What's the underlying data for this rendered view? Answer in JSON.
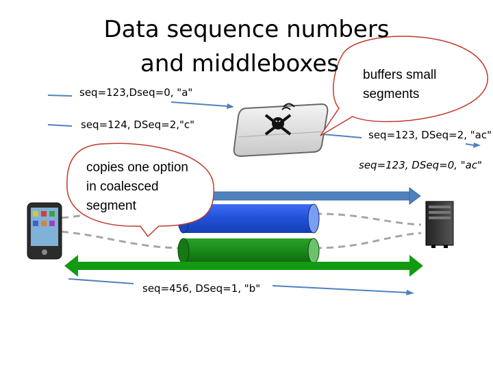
{
  "title": {
    "line1": "Data sequence numbers",
    "line2": "and middleboxes"
  },
  "labels": {
    "seq_a": "seq=123,Dseq=0, \"a\"",
    "seq_c": "seq=124, DSeq=2,\"c\"",
    "seq_ac_out": "seq=123, DSeq=2, \"ac\"",
    "seq_ac_expected": "seq=123, DSeq=0, \"ac\"",
    "seq_b": "seq=456, DSeq=1, \"b\""
  },
  "callouts": {
    "buffers": {
      "line1": "buffers small",
      "line2": "segments"
    },
    "copies": {
      "line1": "copies one option",
      "line2": "in coalesced",
      "line3": "segment"
    }
  },
  "icons": [
    "phone-icon",
    "middlebox-icon",
    "server-icon"
  ],
  "colors": {
    "arrow_blue": "#4f81bd",
    "subflow_blue": "#1f4fd6",
    "subflow_green": "#1a8a1a",
    "bidirectional_green": "#129b12",
    "callout_border": "#c0392b",
    "dashed_gray": "#a6a6a6"
  }
}
